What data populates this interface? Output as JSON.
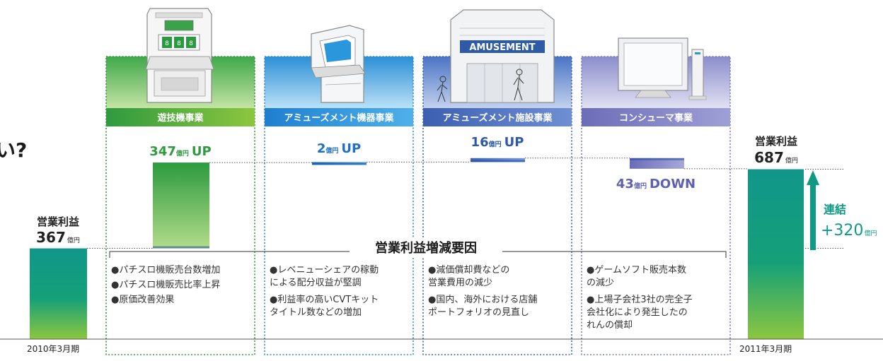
{
  "colors": {
    "pachislot": "#2f9a3f",
    "amusement_machine": "#2b8fd6",
    "amusement_facility": "#4a74c4",
    "consumer": "#7a7cc0",
    "teal": "#0f9a86",
    "bullet": "#1f6fc4"
  },
  "header_fragment": "い?",
  "reasons_title": "営業利益増減要因",
  "sidebar_left": {
    "label": "営業利益",
    "value": "367",
    "unit": "億円",
    "period": "2010年3月期"
  },
  "sidebar_right": {
    "label": "営業利益",
    "value": "687",
    "unit": "億円",
    "period": "2011年3月期"
  },
  "consolidated": {
    "label": "連結",
    "value": "+320",
    "unit": "億円"
  },
  "segments": [
    {
      "name": "遊技機事業",
      "amount": "347",
      "unit": "億円",
      "direction": "UP",
      "reasons": [
        "●パチスロ機販売台数増加",
        "●パチスロ機販売比率上昇",
        "●原価改善効果"
      ]
    },
    {
      "name": "アミューズメント機器事業",
      "amount": "2",
      "unit": "億円",
      "direction": "UP",
      "reasons": [
        "●レベニューシェアの稼動\nによる配分収益が堅調",
        "●利益率の高いCVTキット\nタイトル数などの増加"
      ]
    },
    {
      "name": "アミューズメント施設事業",
      "amount": "16",
      "unit": "億円",
      "direction": "UP",
      "reasons": [
        "●減価償却費などの\n営業費用の減少",
        "●国内、海外における店舗\nポートフォリオの見直し"
      ]
    },
    {
      "name": "コンシューマ事業",
      "amount": "43",
      "unit": "億円",
      "direction": "DOWN",
      "reasons": [
        "●ゲームソフト販売本数\nの減少",
        "●上場子会社3社の完全子\n会社化により発生したの\nれんの償却"
      ]
    }
  ],
  "signboard_text": "AMUSEMENT",
  "icons": [
    "pachislot-machine-icon",
    "arcade-cabinet-icon",
    "amusement-building-icon",
    "tv-console-icon",
    "up-arrow-icon"
  ],
  "chart_data": {
    "type": "bar",
    "subtype": "waterfall",
    "categories": [
      "2010年3月期",
      "遊技機事業",
      "アミューズメント機器事業",
      "アミューズメント施設事業",
      "コンシューマ事業",
      "2011年3月期"
    ],
    "values": [
      367,
      347,
      2,
      16,
      -43,
      687
    ],
    "unit": "億円",
    "ylim": [
      0,
      700
    ],
    "grid": false,
    "legend": "none"
  }
}
